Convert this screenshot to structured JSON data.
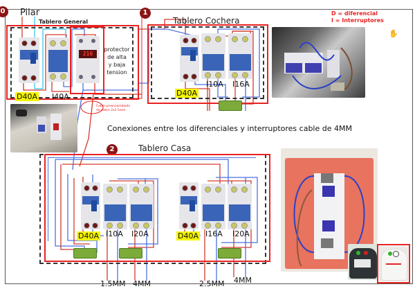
{
  "legend": {
    "line1": "D = diferencial",
    "line2": "I = Interruptores"
  },
  "section0": {
    "badge": "0",
    "title": "Pilar",
    "subtitle": "Tablero General",
    "devices": [
      {
        "type": "diferencial",
        "label": "D40A",
        "highlight": true
      },
      {
        "type": "interruptor",
        "label": "I40A",
        "highlight": false
      }
    ],
    "protector_label": "protector de alta y baja tension",
    "protector_line1": "protector",
    "protector_line2": "de alta",
    "protector_line3": "y baja",
    "protector_line4": "tension",
    "display_value": "216"
  },
  "section1": {
    "badge": "1",
    "title": "Tablero Cochera",
    "devices": [
      {
        "type": "diferencial",
        "label": "D40A",
        "highlight": true
      },
      {
        "type": "interruptor",
        "label": "I10A",
        "highlight": false
      },
      {
        "type": "interruptor",
        "label": "I16A",
        "highlight": false
      }
    ]
  },
  "section2": {
    "badge": "2",
    "title": "Tablero Casa",
    "devices": [
      {
        "type": "diferencial",
        "label": "D40A",
        "highlight": true
      },
      {
        "type": "interruptor",
        "label": "I10A",
        "highlight": false
      },
      {
        "type": "interruptor",
        "label": "I20A",
        "highlight": false
      },
      {
        "type": "diferencial",
        "label": "D40A",
        "highlight": true
      },
      {
        "type": "interruptor",
        "label": "I16A",
        "highlight": false
      },
      {
        "type": "interruptor",
        "label": "I20A",
        "highlight": false
      }
    ],
    "cable_sizes": [
      "1.5MM",
      "4MM",
      "2.5MM",
      "4MM"
    ]
  },
  "connections_note": "Conexiones entre los diferenciales y interruptores cable de 4MM",
  "cable_note": {
    "line1": "Cable preensamblado",
    "line2": "de cobre 2x2.5mm"
  },
  "colors": {
    "phase_wire": "#d23a2a",
    "neutral_wire": "#4a72e0",
    "box_red": "#e82222",
    "highlight": "#f4f400",
    "badge": "#8b1414"
  }
}
